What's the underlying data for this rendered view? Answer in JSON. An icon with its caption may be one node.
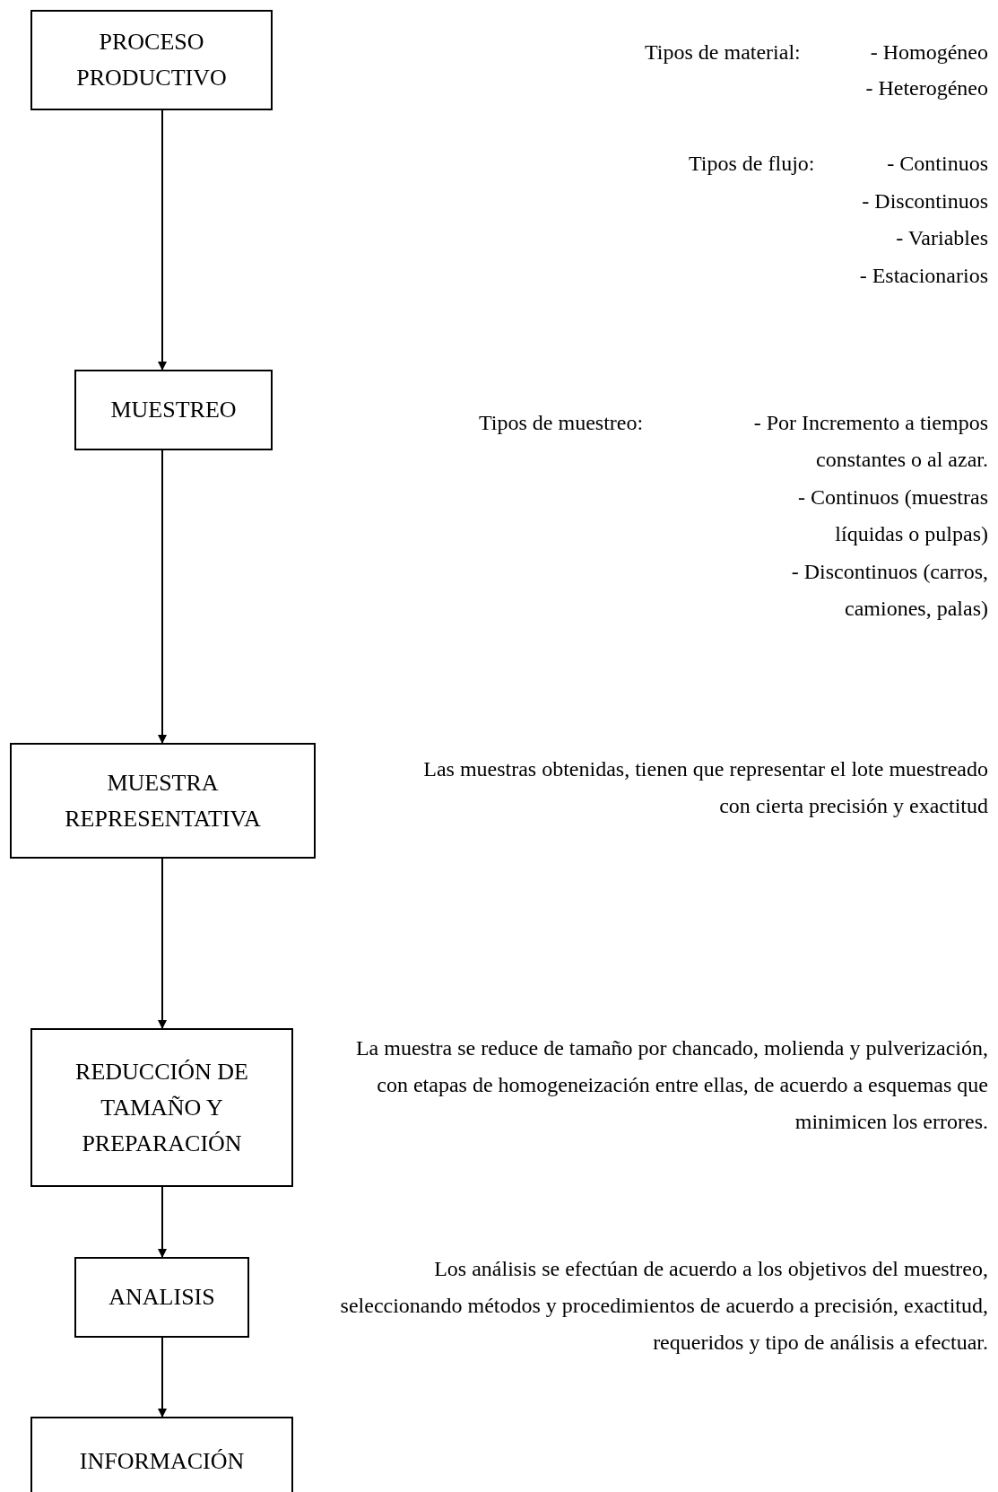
{
  "diagram": {
    "nodes": [
      {
        "text": [
          "PROCESO PRODUCTIVO"
        ]
      },
      {
        "text": [
          "MUESTREO"
        ]
      },
      {
        "text": [
          "MUESTRA REPRESENTATIVA"
        ]
      },
      {
        "text": [
          "REDUCCIÓN DE TAMAÑO Y PREPARACIÓN"
        ]
      },
      {
        "text": [
          "ANALISIS"
        ]
      },
      {
        "text": [
          "INFORMACIÓN"
        ]
      }
    ],
    "edges": [
      {
        "from": 0,
        "to": 1,
        "arrow": "to"
      },
      {
        "from": 1,
        "to": 2,
        "arrow": "to"
      },
      {
        "from": 2,
        "to": 3,
        "arrow": "to"
      },
      {
        "from": 3,
        "to": 4,
        "arrow": "to"
      },
      {
        "from": 4,
        "to": 5,
        "arrow": "to"
      }
    ],
    "labels": [
      "Tipos de material:",
      "- Homogéneo",
      "- Heterogéneo",
      "Tipos de flujo:",
      "- Continuos",
      "- Discontinuos",
      "- Variables",
      "- Estacionarios",
      "Tipos de muestreo:",
      "- Por Incremento a tiempos constantes o al azar.",
      "- Continuos (muestras líquidas o pulpas)",
      "- Discontinuos (carros, camiones, palas)",
      "Las muestras obtenidas, tienen que representar el lote muestreado con cierta precisión y exactitud",
      "La muestra se reduce de tamaño por chancado, molienda y pulverización, con etapas de homogeneización entre ellas, de acuerdo a esquemas que minimicen los errores.",
      "Los análisis se efectúan de acuerdo a los objetivos del muestreo, seleccionando métodos y procedimientos de acuerdo a precisión, exactitud, requeridos y tipo de análisis a efectuar."
    ]
  }
}
